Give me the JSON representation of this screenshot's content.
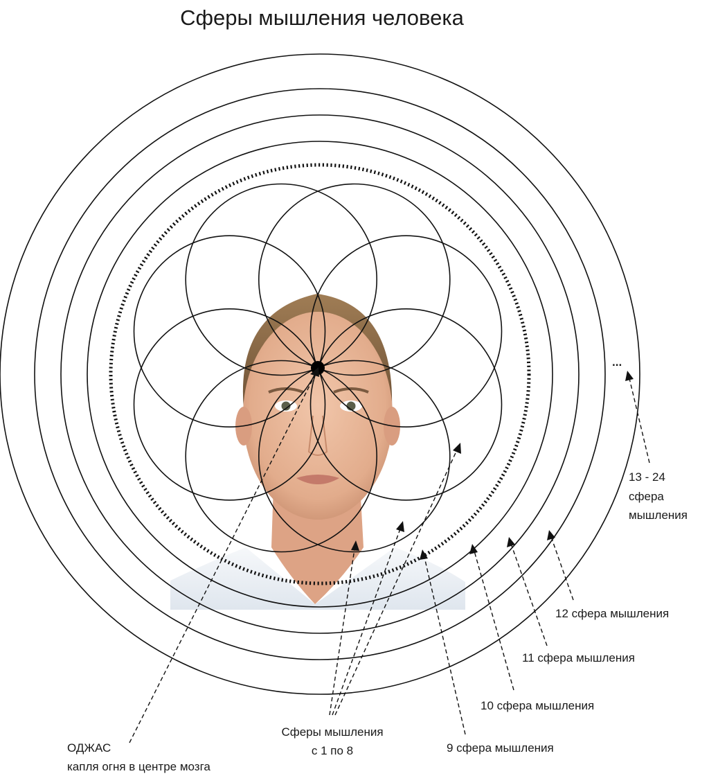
{
  "title": "Сферы мышления человека",
  "labels": {
    "ojas_title": "ОДЖАС",
    "ojas_sub": "капля огня в центре мозга",
    "spheres18_line1": "Сферы мышления",
    "spheres18_line2": "с 1 по 8",
    "sphere9": "9 сфера мышления",
    "sphere10": "10 сфера мышления",
    "sphere11": "11 сфера мышления",
    "sphere12": "12 сфера мышления",
    "sphere1324_line1": "13 - 24",
    "sphere1324_line2": "сфера",
    "sphere1324_line3": "мышления",
    "ellipsis": "..."
  },
  "colors": {
    "line": "#111111",
    "skin": "#e8b79a",
    "hair": "#8a6b48",
    "shirt": "#eef2f6"
  }
}
